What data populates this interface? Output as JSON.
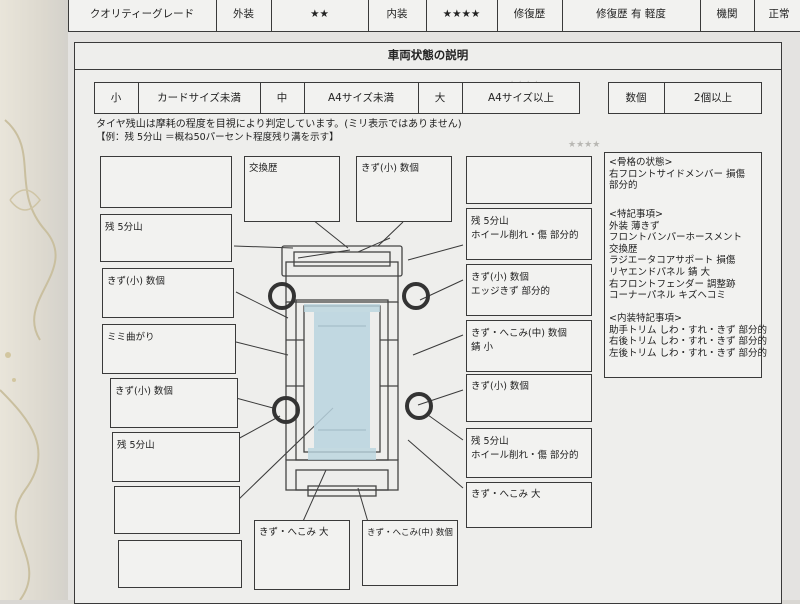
{
  "grade_row": {
    "label": "クオリティーグレード",
    "exterior_label": "外装",
    "exterior_value": "★★",
    "interior_label": "内装",
    "interior_value": "★★★★",
    "repair_label": "修復歴",
    "repair_value": "修復歴 有 軽度",
    "function_label": "機関",
    "function_value": "正常"
  },
  "section_title": "車両状態の説明",
  "size_legend": {
    "small": "小",
    "small_desc": "カードサイズ未満",
    "medium": "中",
    "medium_desc": "A4サイズ未満",
    "large": "大",
    "large_desc": "A4サイズ以上"
  },
  "count_legend": {
    "label": "数個",
    "desc": "2個以上"
  },
  "tire_note": "タイヤ残山は摩耗の程度を目視により判定しています。(ミリ表示ではありません)",
  "tire_example": "【例：残 5分山 ＝概ね50パーセント程度残り溝を示す】",
  "boxes": {
    "top_center": "交換歴",
    "top_right": "きず(小) 数個",
    "left_1": "残 5分山",
    "left_2": "きず(小) 数個",
    "left_3": "ミミ曲がり",
    "left_4": "きず(小) 数個",
    "left_5": "残 5分山",
    "right_1": "残 5分山\nホイール削れ・傷 部分的",
    "right_2": "きず(小) 数個\nエッジきず 部分的",
    "right_3": "きず・へこみ(中) 数個\n錆 小",
    "right_4": "きず(小) 数個",
    "right_5": "残 5分山\nホイール削れ・傷 部分的",
    "right_6": "きず・へこみ 大",
    "bottom_center": "きず・へこみ 大",
    "bottom_right": "きず・へこみ(中) 数個"
  },
  "notes": {
    "frame_title": "<骨格の状態>",
    "frame_items": [
      "右フロントサイドメンバー 損傷",
      "部分的"
    ],
    "special_title": "<特記事項>",
    "special_items": [
      "外装 薄きず",
      "フロントバンパーホースメント",
      "交換歴",
      "ラジエータコアサポート 損傷",
      "リヤエンドパネル 錆 大",
      "右フロントフェンダー 調整跡",
      "コーナーパネル キズヘコミ"
    ],
    "interior_title": "<内装特記事項>",
    "interior_items": [
      "助手トリム しわ・すれ・きず 部分的",
      "右後トリム しわ・すれ・きず 部分的",
      "左後トリム しわ・すれ・きず 部分的"
    ]
  }
}
